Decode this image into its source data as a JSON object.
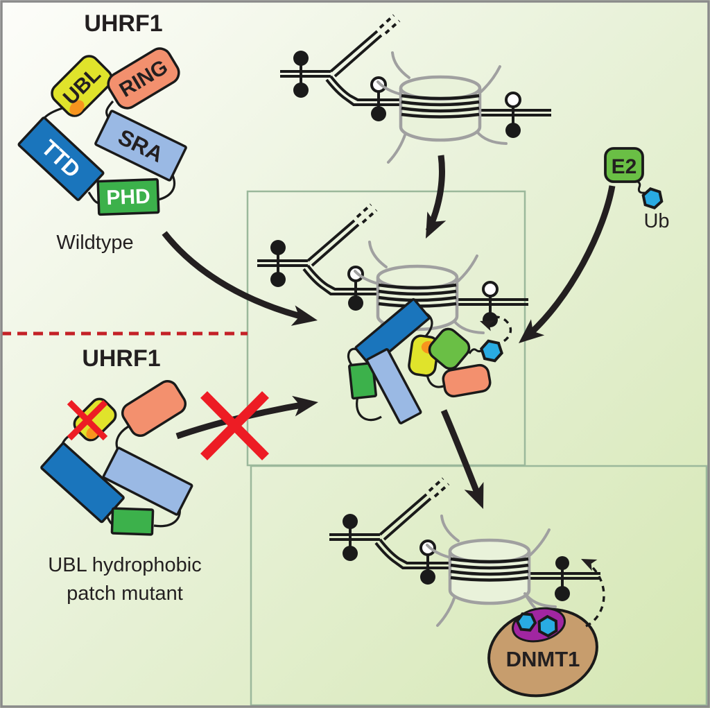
{
  "wildtype_panel": {
    "title": "UHRF1",
    "caption": "Wildtype",
    "domains": {
      "ubl": "UBL",
      "ring": "RING",
      "ttd": "TTD",
      "sra": "SRA",
      "phd": "PHD"
    }
  },
  "mutant_panel": {
    "title": "UHRF1",
    "caption_line1": "UBL hydrophobic",
    "caption_line2": "patch mutant"
  },
  "e2": {
    "label": "E2",
    "ub_label": "Ub"
  },
  "dnmt1": {
    "label": "DNMT1"
  },
  "colors": {
    "background_top": "#fdfdfa",
    "background_mid": "#e9f2da",
    "background_bottom": "#d5e7b3",
    "panel_border": "#9bb89b",
    "outer_border": "#8a8a8a",
    "ubl_yellow": "#e0e32b",
    "ubl_patch_orange": "#f7941e",
    "ring_salmon": "#f3906e",
    "ttd_blue": "#1a75bc",
    "sra_light_blue": "#9ab9e4",
    "phd_green": "#3cb14b",
    "e2_green": "#6abf45",
    "ub_blue": "#29abe2",
    "dnmt1_tan": "#c79d6d",
    "dnmt1_ub_purple": "#a126a1",
    "dna_black": "#1a1a1a",
    "histone_gray": "#a0a0a0",
    "cross_red": "#ed1c24",
    "divider_red": "#c42127"
  }
}
